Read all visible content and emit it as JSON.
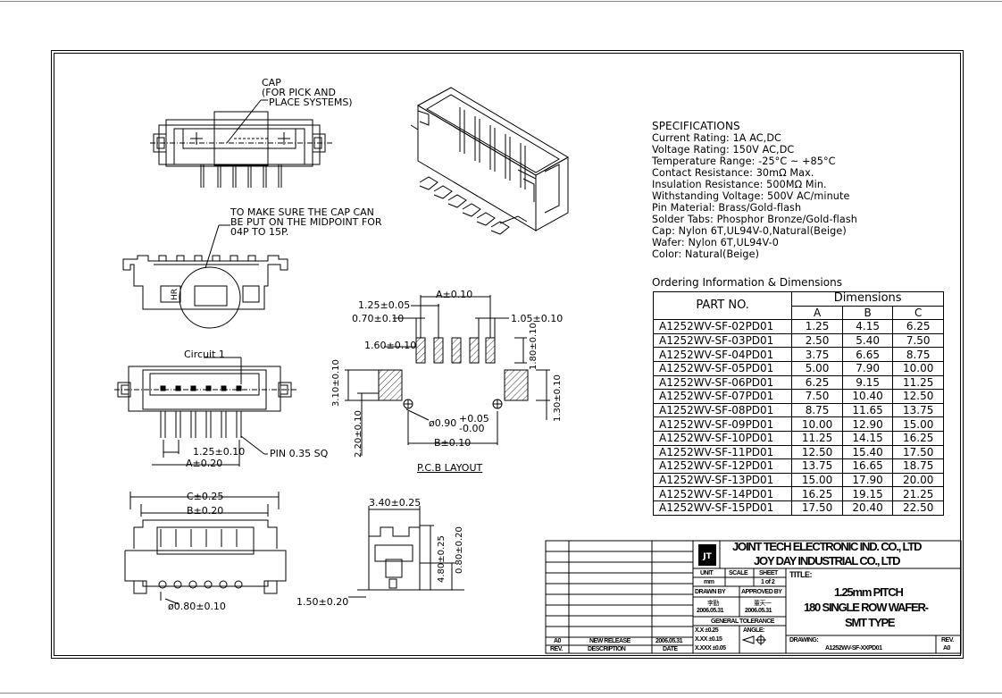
{
  "notes": {
    "cap_label": "CAP",
    "cap_desc_1": "(FOR PICK AND",
    "cap_desc_2": "PLACE SYSTEMS)",
    "midpoint_1": "TO MAKE SURE THE CAP CAN",
    "midpoint_2": "BE PUT ON THE MIDPOINT FOR",
    "midpoint_3": "04P TO 15P.",
    "circuit": "Circuit 1",
    "pin": "PIN 0.35 SQ",
    "pcb_layout": "P.C.B LAYOUT",
    "hr_mark": "HR"
  },
  "dims": {
    "pitch_pin": "1.25±0.10",
    "a_020": "A±0.20",
    "b_020": "B±0.20",
    "c_025": "C±0.25",
    "hole_080": "ø0.80±0.10",
    "pcb_a": "A±0.10",
    "pcb_125": "1.25±0.05",
    "pcb_070": "0.70±0.10",
    "pcb_105": "1.05±0.10",
    "pcb_160": "1.60±0.10",
    "pcb_180": "1.80±0.10",
    "pcb_310": "3.10±0.10",
    "pcb_130": "1.30±0.10",
    "pcb_220": "2.20±0.10",
    "pcb_hole": "ø0.90",
    "pcb_hole_tol_plus": "+0.05",
    "pcb_hole_tol_minus": "-0.00",
    "pcb_b": "B±0.10",
    "side_340": "3.40±0.25",
    "side_480": "4.80±0.25",
    "side_080": "0.80±0.20",
    "side_150": "1.50±0.20"
  },
  "specs": {
    "heading": "SPECIFICATIONS",
    "lines": [
      "Current Rating: 1A AC,DC",
      "Voltage Rating: 150V AC,DC",
      "Temperature Range: -25°C ~ +85°C",
      "Contact Resistance: 30mΩ Max.",
      "Insulation Resistance: 500MΩ Min.",
      "Withstanding Voltage: 500V AC/minute",
      "Pin Material: Brass/Gold-flash",
      "Solder Tabs: Phosphor Bronze/Gold-flash",
      "Cap: Nylon 6T,UL94V-0,Natural(Beige)",
      "Wafer: Nylon 6T,UL94V-0",
      "Color: Natural(Beige)"
    ]
  },
  "ordering": {
    "heading": "Ordering Information & Dimensions",
    "part_no": "PART NO.",
    "dimensions": "Dimensions",
    "cols": [
      "A",
      "B",
      "C"
    ],
    "rows": [
      [
        "A1252WV-SF-02PD01",
        "1.25",
        "4.15",
        "6.25"
      ],
      [
        "A1252WV-SF-03PD01",
        "2.50",
        "5.40",
        "7.50"
      ],
      [
        "A1252WV-SF-04PD01",
        "3.75",
        "6.65",
        "8.75"
      ],
      [
        "A1252WV-SF-05PD01",
        "5.00",
        "7.90",
        "10.00"
      ],
      [
        "A1252WV-SF-06PD01",
        "6.25",
        "9.15",
        "11.25"
      ],
      [
        "A1252WV-SF-07PD01",
        "7.50",
        "10.40",
        "12.50"
      ],
      [
        "A1252WV-SF-08PD01",
        "8.75",
        "11.65",
        "13.75"
      ],
      [
        "A1252WV-SF-09PD01",
        "10.00",
        "12.90",
        "15.00"
      ],
      [
        "A1252WV-SF-10PD01",
        "11.25",
        "14.15",
        "16.25"
      ],
      [
        "A1252WV-SF-11PD01",
        "12.50",
        "15.40",
        "17.50"
      ],
      [
        "A1252WV-SF-12PD01",
        "13.75",
        "16.65",
        "18.75"
      ],
      [
        "A1252WV-SF-13PD01",
        "15.00",
        "17.90",
        "20.00"
      ],
      [
        "A1252WV-SF-14PD01",
        "16.25",
        "19.15",
        "21.25"
      ],
      [
        "A1252WV-SF-15PD01",
        "17.50",
        "20.40",
        "22.50"
      ]
    ]
  },
  "titleblock": {
    "company_1": "JOINT TECH ELECTRONIC IND. CO., LTD",
    "company_2": "JOY DAY INDUSTRIAL CO., LTD",
    "unit_label": "UNIT",
    "unit": "mm",
    "scale_label": "SCALE",
    "sheet_label": "SHEET",
    "sheet": "1 of 2",
    "title_label": "TITLE:",
    "title_1": "1.25mm PITCH",
    "title_2": "180 SINGLE ROW WAFER-",
    "title_3": "SMT TYPE",
    "drawn_by": "DRAWN BY",
    "approved_by": "APPROVED BY",
    "drawn_name": "李勤",
    "approved_name": "董天一",
    "drawn_date": "2006.05.31",
    "approved_date": "2006.05.31",
    "gen_tol": "GENERAL TOLERANCE",
    "tol_1": "X.X ±0.25",
    "tol_2": "X.XX ±0.15",
    "tol_3": "X.XXX ±0.05",
    "angle": "ANGLE:",
    "dwg_no": "DRAWING:",
    "dwg_num": "A1252WV-SF-XXPD01",
    "rev_label": "REV.",
    "rev": "A0",
    "rev_row_rev": "A0",
    "rev_row_desc": "NEW RELEASE",
    "rev_row_date": "2006.05.31",
    "hdr_rev": "REV.",
    "hdr_desc": "DESCRIPTION",
    "hdr_date": "DATE",
    "logo": "JT"
  }
}
